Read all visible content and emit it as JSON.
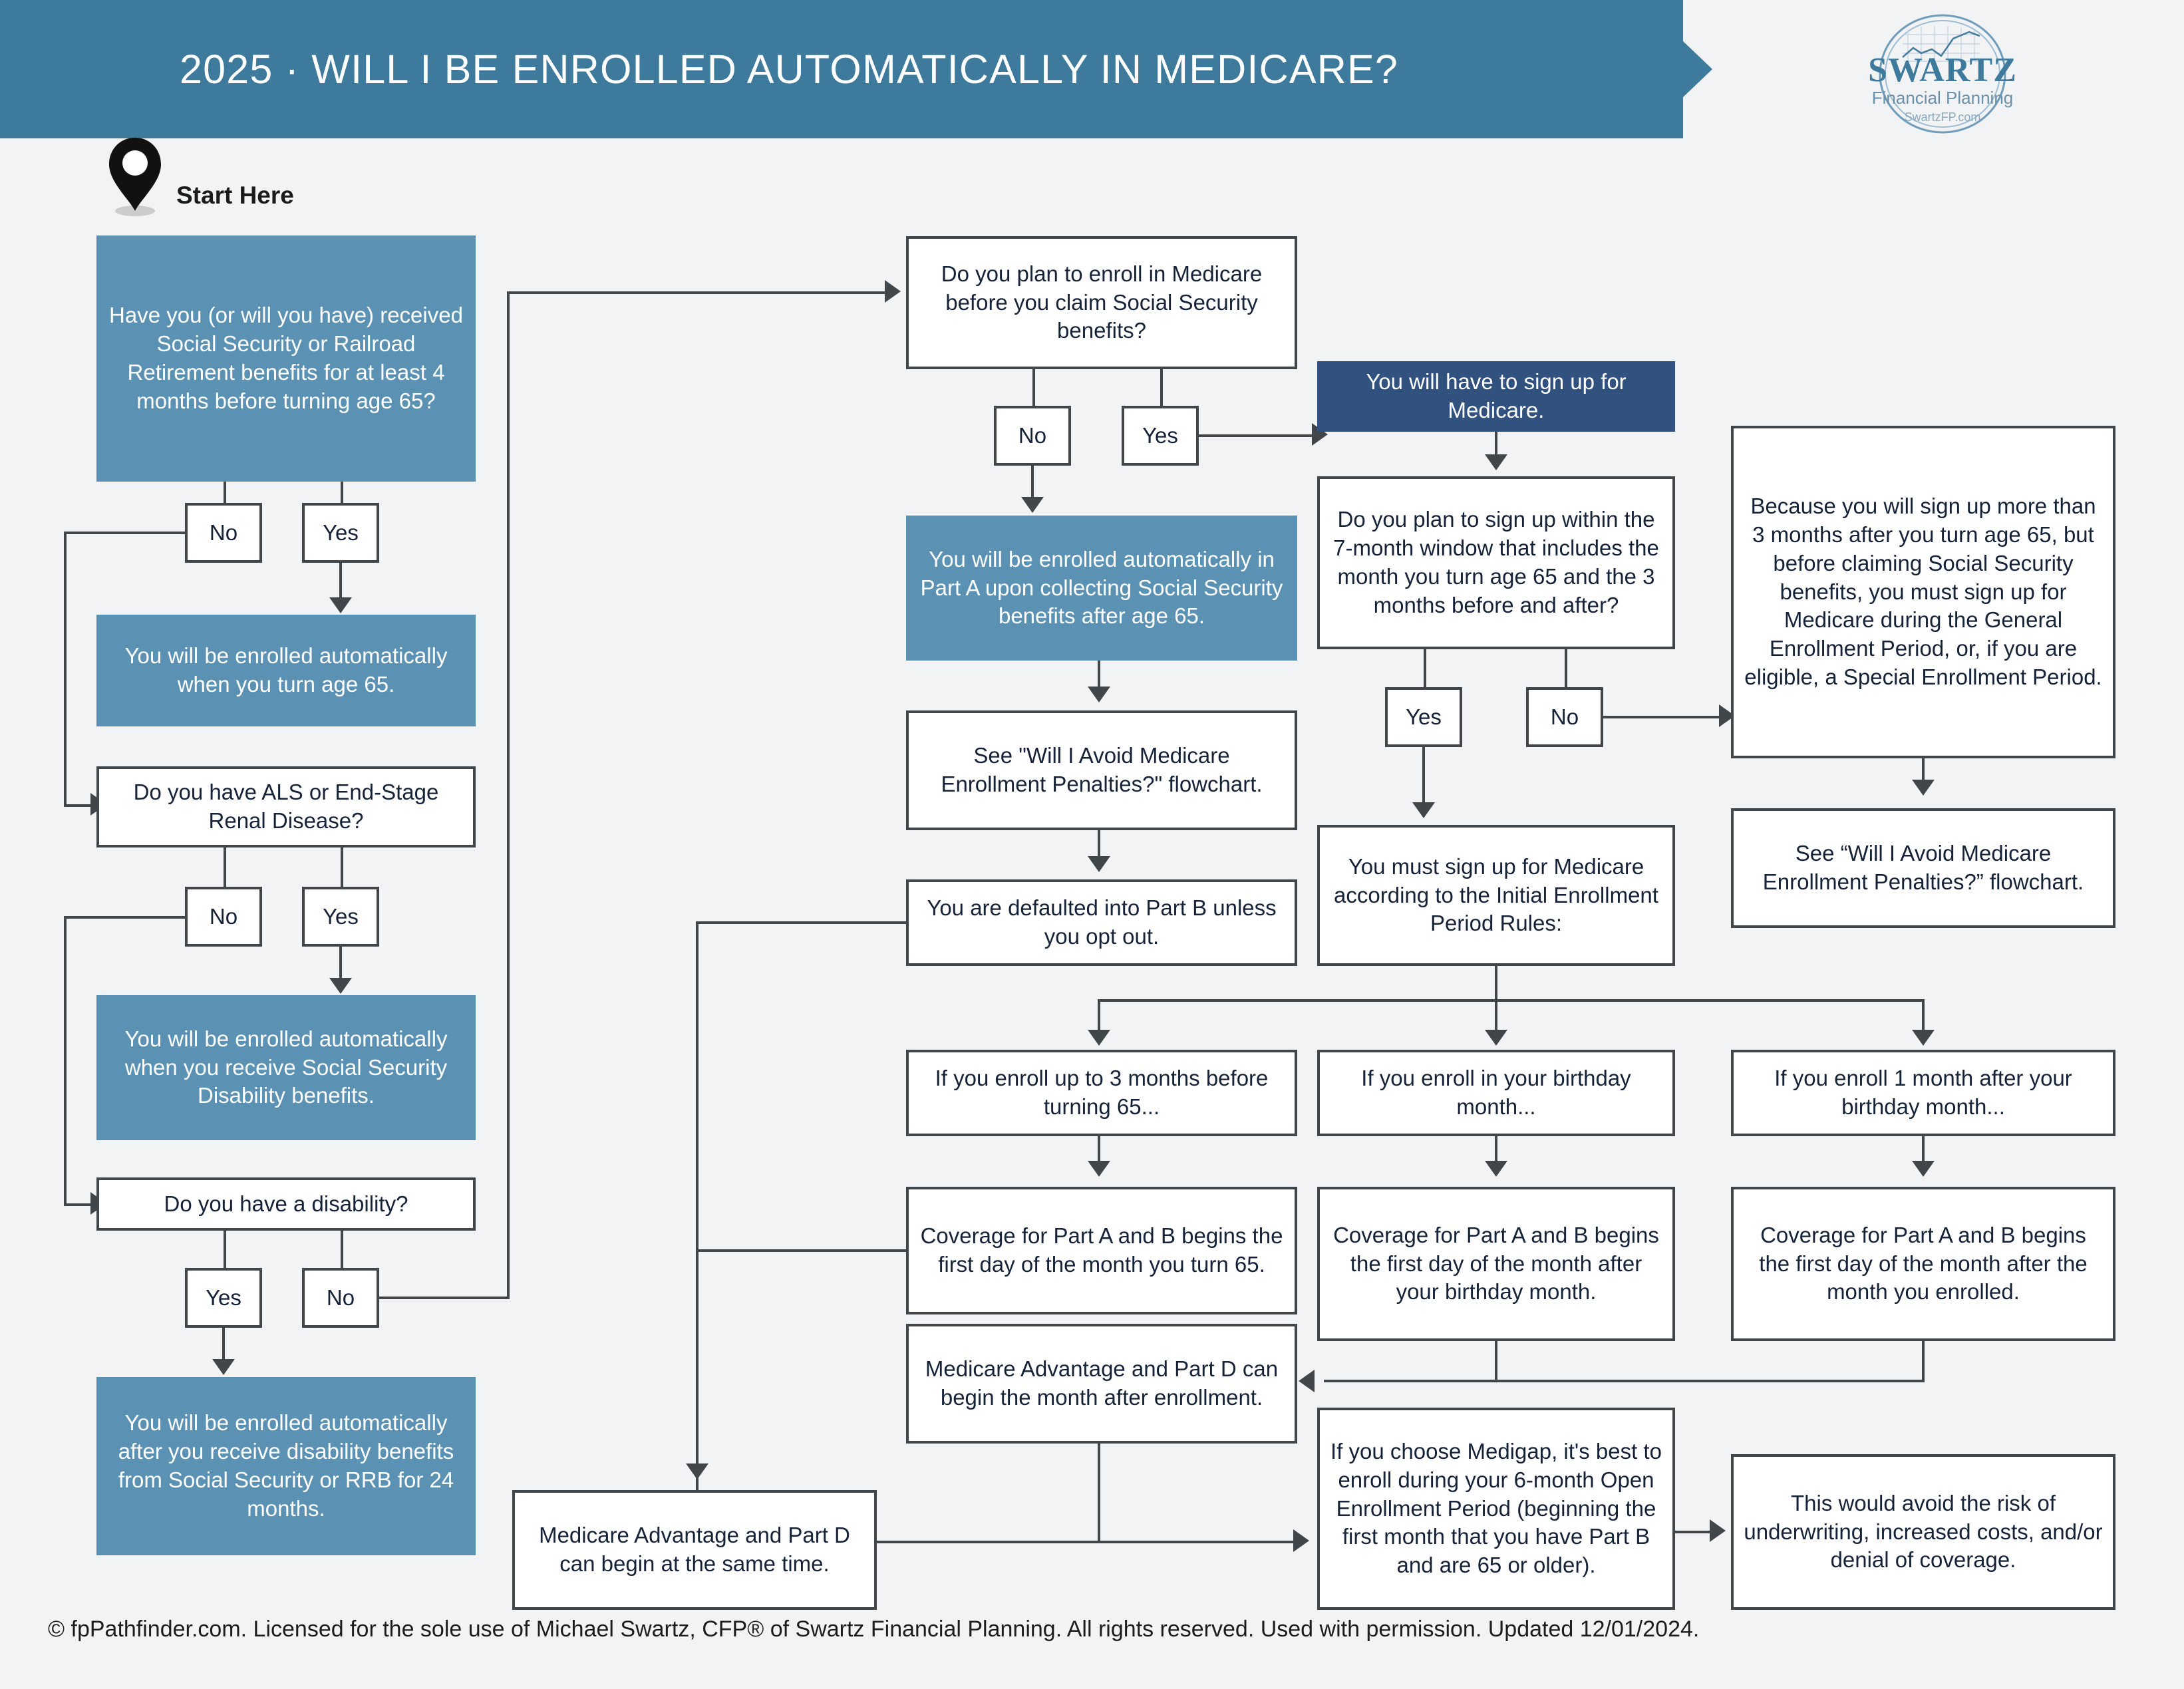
{
  "header": {
    "title": "2025 · WILL I BE ENROLLED AUTOMATICALLY IN MEDICARE?",
    "logo": {
      "brand": "SWARTZ",
      "tagline": "Financial Planning",
      "website": "SwartzFP.com"
    }
  },
  "start": {
    "label": "Start Here"
  },
  "nodes": {
    "q_received_ss": "Have you (or will you have) received Social Security or Railroad Retirement benefits for at least 4 months before turning age 65?",
    "a_auto_65": "You will be enrolled automatically when you turn age 65.",
    "q_als": "Do you have ALS or End-Stage Renal Disease?",
    "a_auto_ssdi": "You will be enrolled automatically when you receive Social Security Disability benefits.",
    "q_disability": "Do you have a disability?",
    "a_auto_24mo": "You will be enrolled automatically after you receive disability benefits from Social Security or RRB for 24 months.",
    "q_enroll_before_claim": "Do you plan to enroll in Medicare before you claim Social Security benefits?",
    "a_auto_partA": "You will be enrolled automatically in Part A upon collecting Social Security benefits after age 65.",
    "a_see_penalties_1": "See \"Will I Avoid Medicare Enrollment Penalties?\" flowchart.",
    "a_defaulted_partB": "You are defaulted into Part B unless you opt out.",
    "a_must_signup": "You will have to sign up for Medicare.",
    "q_7month_window": "Do you plan to sign up within the 7-month window that includes the month you turn age 65 and the 3 months before and after?",
    "a_iep_rules": "You must sign up for Medicare according to the Initial Enrollment Period Rules:",
    "a_general_enrollment": "Because you will sign up more than 3 months after you turn age 65, but before claiming Social Security benefits, you must sign up for Medicare during the General Enrollment Period, or, if you are eligible, a Special Enrollment Period.",
    "a_see_penalties_2": "See “Will I Avoid Medicare Enrollment Penalties?” flowchart.",
    "a_iep_before": "If you enroll up to 3 months before turning 65...",
    "a_iep_birthday": "If you enroll in your birthday month...",
    "a_iep_after": "If you enroll 1 month after your birthday month...",
    "a_cov_before": "Coverage for Part A and B begins the first day of the month you turn 65.",
    "a_cov_birthday": "Coverage for Part A and B begins the first day of the month after your birthday month.",
    "a_cov_after": "Coverage for Part A and B begins the first day of the month after the month you enrolled.",
    "a_ma_partd_after": "Medicare Advantage and Part D can begin the month after enrollment.",
    "a_ma_partd_same": "Medicare Advantage and Part D can begin at the same time.",
    "a_medigap": "If you choose Medigap, it's best to enroll during your 6-month Open Enrollment Period (beginning the first month that you have Part B and are 65 or older).",
    "a_avoid_underwriting": "This would avoid the risk of underwriting, increased costs, and/or denial of coverage."
  },
  "options": {
    "no": "No",
    "yes": "Yes"
  },
  "footer": {
    "text": "© fpPathfinder.com. Licensed for the sole use of Michael Swartz, CFP® of Swartz Financial Planning. All rights reserved. Used with permission. Updated 12/01/2024."
  },
  "colors": {
    "header_blue": "#3d7a9b",
    "info_blue": "#5b92b3",
    "accent_navy": "#31517f",
    "line_gray": "#41464b",
    "page_bg": "#f2f3f5"
  }
}
